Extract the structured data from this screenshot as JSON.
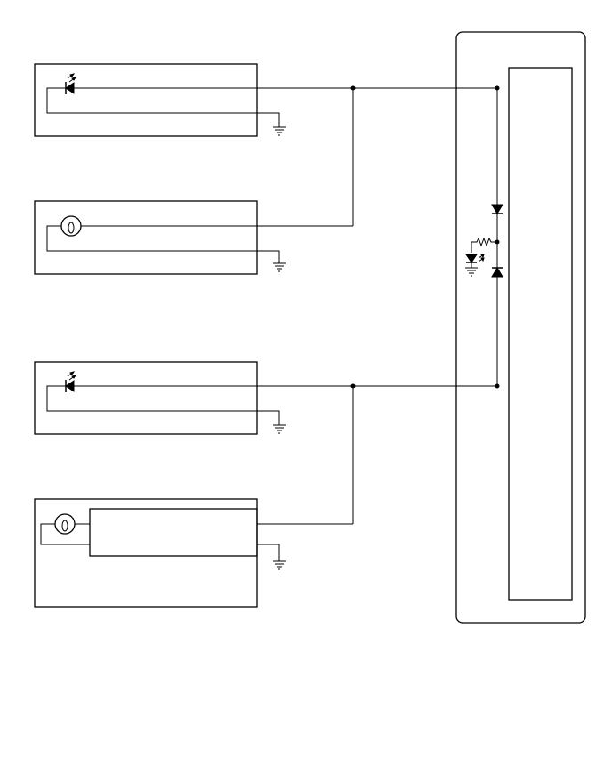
{
  "diagram": {
    "type": "wiring-schematic",
    "components": [
      {
        "name": "led-indicator-1",
        "icon": "led-icon"
      },
      {
        "name": "bulb-indicator-1",
        "icon": "bulb-icon"
      },
      {
        "name": "led-indicator-2",
        "icon": "led-icon"
      },
      {
        "name": "bulb-indicator-2",
        "icon": "bulb-icon"
      },
      {
        "name": "control-module",
        "icon": "diode-pair-icon"
      }
    ],
    "colors": {
      "line": "#000000",
      "background": "#ffffff"
    }
  }
}
